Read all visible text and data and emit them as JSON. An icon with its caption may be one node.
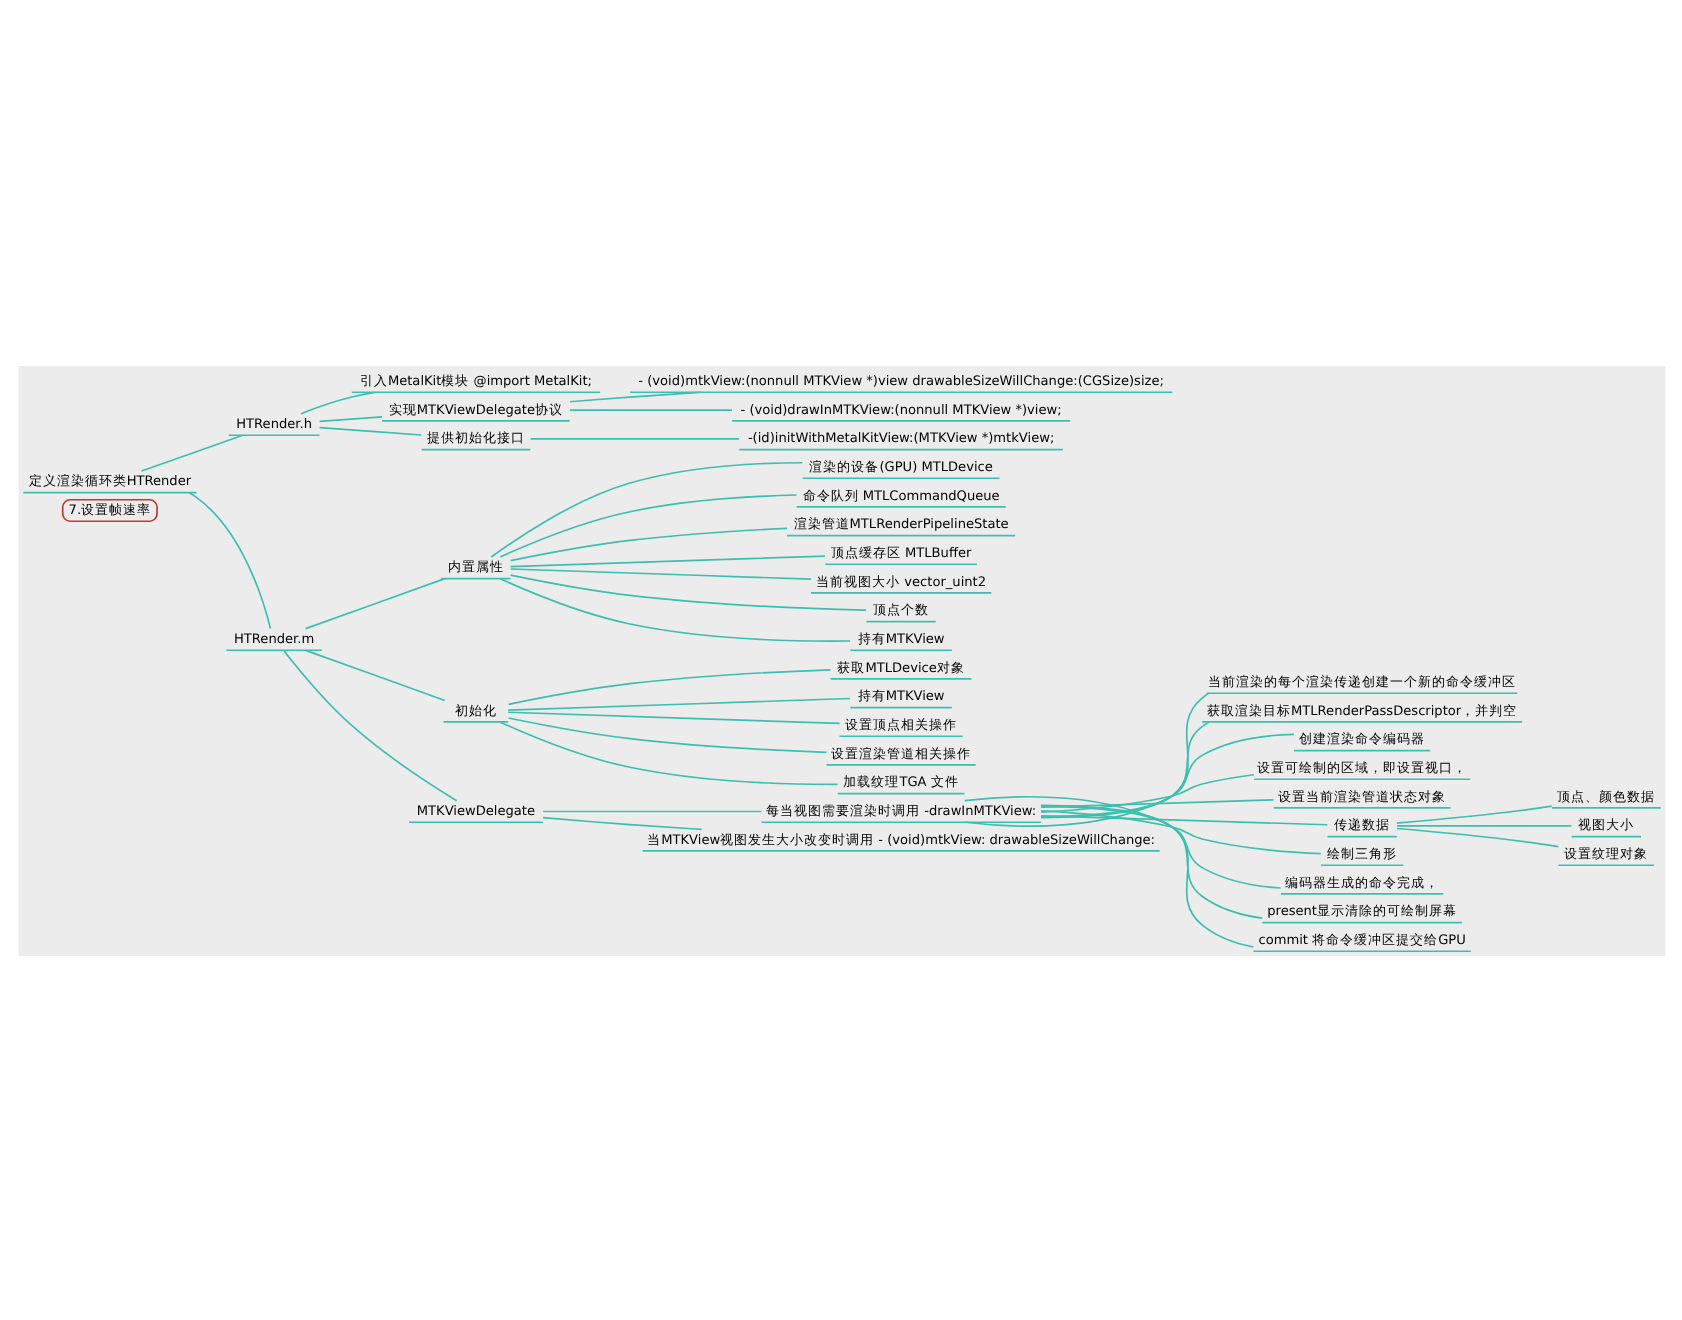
{
  "diagram": {
    "nodes": [
      {
        "text": [
          "7.设置帧速率"
        ]
      },
      {
        "text": [
          "定义渲染循环类HTRender"
        ]
      },
      {
        "text": [
          "HTRender.h"
        ]
      },
      {
        "text": [
          "引入MetalKit模块 @import MetalKit;"
        ]
      },
      {
        "text": [
          "实现MTKViewDelegate协议"
        ]
      },
      {
        "text": [
          "- (void)mtkView:(nonnull MTKView *)view drawableSizeWillChange:(CGSize)size;"
        ]
      },
      {
        "text": [
          "- (void)drawInMTKView:(nonnull MTKView *)view;"
        ]
      },
      {
        "text": [
          "提供初始化接口"
        ]
      },
      {
        "text": [
          "-(id)initWithMetalKitView:(MTKView *)mtkView;"
        ]
      },
      {
        "text": [
          "HTRender.m"
        ]
      },
      {
        "text": [
          "内置属性"
        ]
      },
      {
        "text": [
          "渲染的设备(GPU) MTLDevice"
        ]
      },
      {
        "text": [
          "命令队列 MTLCommandQueue"
        ]
      },
      {
        "text": [
          "渲染管道MTLRenderPipelineState"
        ]
      },
      {
        "text": [
          "顶点缓存区 MTLBuffer"
        ]
      },
      {
        "text": [
          "当前视图大小 vector_uint2"
        ]
      },
      {
        "text": [
          "顶点个数"
        ]
      },
      {
        "text": [
          "持有MTKView"
        ]
      },
      {
        "text": [
          "初始化"
        ]
      },
      {
        "text": [
          "获取MTLDevice对象"
        ]
      },
      {
        "text": [
          "持有MTKView"
        ]
      },
      {
        "text": [
          "设置顶点相关操作"
        ]
      },
      {
        "text": [
          "设置渲染管道相关操作"
        ]
      },
      {
        "text": [
          "加载纹理TGA 文件"
        ]
      },
      {
        "text": [
          "MTKViewDelegate"
        ]
      },
      {
        "text": [
          "每当视图需要渲染时调用 -drawInMTKView:"
        ]
      },
      {
        "text": [
          "当前渲染的每个渲染传递创建一个新的命令缓冲区"
        ]
      },
      {
        "text": [
          "获取渲染目标MTLRenderPassDescriptor，并判空"
        ]
      },
      {
        "text": [
          "创建渲染命令编码器"
        ]
      },
      {
        "text": [
          "设置可绘制的区域，即设置视口，"
        ]
      },
      {
        "text": [
          "设置当前渲染管道状态对象"
        ]
      },
      {
        "text": [
          "传递数据"
        ]
      },
      {
        "text": [
          "顶点、颜色数据"
        ]
      },
      {
        "text": [
          "视图大小"
        ]
      },
      {
        "text": [
          "设置纹理对象"
        ]
      },
      {
        "text": [
          "绘制三角形"
        ]
      },
      {
        "text": [
          "编码器生成的命令完成，"
        ]
      },
      {
        "text": [
          "present显示清除的可绘制屏幕"
        ]
      },
      {
        "text": [
          "commit 将命令缓冲区提交给GPU"
        ]
      },
      {
        "text": [
          "当MTKView视图发生大小改变时调用 - (void)mtkView: drawableSizeWillChange:"
        ]
      }
    ],
    "edges": [
      {
        "from": 1,
        "to": 2,
        "arrow": "none"
      },
      {
        "from": 2,
        "to": 3,
        "arrow": "none"
      },
      {
        "from": 2,
        "to": 4,
        "arrow": "none"
      },
      {
        "from": 4,
        "to": 5,
        "arrow": "none"
      },
      {
        "from": 4,
        "to": 6,
        "arrow": "none"
      },
      {
        "from": 2,
        "to": 7,
        "arrow": "none"
      },
      {
        "from": 7,
        "to": 8,
        "arrow": "none"
      },
      {
        "from": 1,
        "to": 9,
        "arrow": "none"
      },
      {
        "from": 9,
        "to": 10,
        "arrow": "none"
      },
      {
        "from": 10,
        "to": 11,
        "arrow": "none"
      },
      {
        "from": 10,
        "to": 12,
        "arrow": "none"
      },
      {
        "from": 10,
        "to": 13,
        "arrow": "none"
      },
      {
        "from": 10,
        "to": 14,
        "arrow": "none"
      },
      {
        "from": 10,
        "to": 15,
        "arrow": "none"
      },
      {
        "from": 10,
        "to": 16,
        "arrow": "none"
      },
      {
        "from": 10,
        "to": 17,
        "arrow": "none"
      },
      {
        "from": 9,
        "to": 18,
        "arrow": "none"
      },
      {
        "from": 18,
        "to": 19,
        "arrow": "none"
      },
      {
        "from": 18,
        "to": 20,
        "arrow": "none"
      },
      {
        "from": 18,
        "to": 21,
        "arrow": "none"
      },
      {
        "from": 18,
        "to": 22,
        "arrow": "none"
      },
      {
        "from": 18,
        "to": 23,
        "arrow": "none"
      },
      {
        "from": 9,
        "to": 24,
        "arrow": "none"
      },
      {
        "from": 24,
        "to": 25,
        "arrow": "none"
      },
      {
        "from": 25,
        "to": 26,
        "arrow": "none"
      },
      {
        "from": 25,
        "to": 27,
        "arrow": "none"
      },
      {
        "from": 25,
        "to": 28,
        "arrow": "none"
      },
      {
        "from": 25,
        "to": 29,
        "arrow": "none"
      },
      {
        "from": 25,
        "to": 30,
        "arrow": "none"
      },
      {
        "from": 25,
        "to": 31,
        "arrow": "none"
      },
      {
        "from": 31,
        "to": 32,
        "arrow": "none"
      },
      {
        "from": 31,
        "to": 33,
        "arrow": "none"
      },
      {
        "from": 31,
        "to": 34,
        "arrow": "none"
      },
      {
        "from": 25,
        "to": 35,
        "arrow": "none"
      },
      {
        "from": 25,
        "to": 36,
        "arrow": "none"
      },
      {
        "from": 25,
        "to": 37,
        "arrow": "none"
      },
      {
        "from": 25,
        "to": 38,
        "arrow": "none"
      },
      {
        "from": 24,
        "to": 39,
        "arrow": "none"
      }
    ]
  }
}
